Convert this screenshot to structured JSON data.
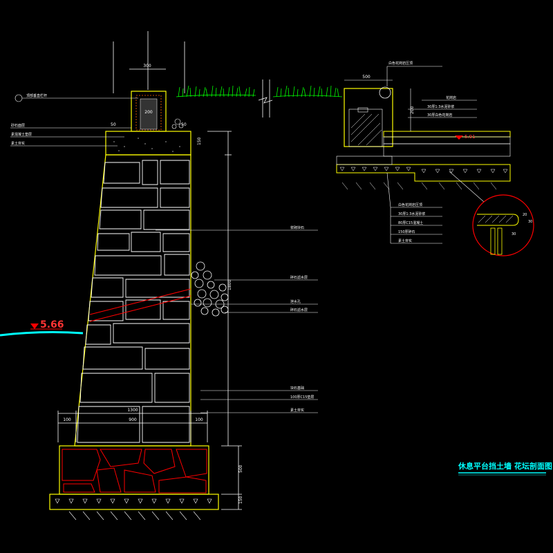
{
  "drawing": {
    "title": "休息平台挡土墙 花坛剖面图 1:5",
    "water_level": "5.66",
    "elevation_right": "5.91",
    "colors": {
      "background": "#000000",
      "wall_outline": "#ffff00",
      "stone": "#ffffff",
      "dimension": "#ffffff",
      "leader": "#ffffff",
      "label": "#ffffff",
      "water": "#00ffff",
      "foundation_stone": "#ff0000",
      "callout": "#ff0000",
      "grass": "#00ff00",
      "title": "#00ffff",
      "marker": "#ff0000"
    }
  },
  "labels_left": {
    "l1": "顶部垂直栏杆",
    "l2": "砂石面层",
    "l3": "素混凝土垫层",
    "l4": "素土夯实"
  },
  "labels_right_wall": {
    "r1": "浆砌块石",
    "r2": "碎石滤水层",
    "r3": "泄水孔",
    "r4": "碎石滤水层",
    "r5": "块石基础",
    "r6": "100厚C15垫层",
    "r7": "素土夯实"
  },
  "labels_planter": {
    "p1": "白色花岗岩压顶",
    "p2": "花岗岩",
    "p3": "30厚1:3水泥砂浆",
    "p4": "30厚白色花岗岩",
    "p5": "白色花岗岩压顶",
    "p6": "30厚1:3水泥砂浆",
    "p7": "80厚C15混凝土",
    "p8": "150厚碎石",
    "p9": "素土夯实"
  },
  "dimensions": {
    "d_top": "300",
    "d_cap": "50",
    "d_cap2": "50",
    "d_inner": "200",
    "d_slab": "150",
    "d_wall": "1800",
    "d_base_total": "1300",
    "d_base_left": "100",
    "d_base_mid": "900",
    "d_base_right": "100",
    "d_found": "500",
    "d_found2": "150",
    "d_planter_w": "500",
    "d_planter_h": "200",
    "d_detail_a": "20",
    "d_detail_b": "30",
    "d_detail_c": "30"
  }
}
